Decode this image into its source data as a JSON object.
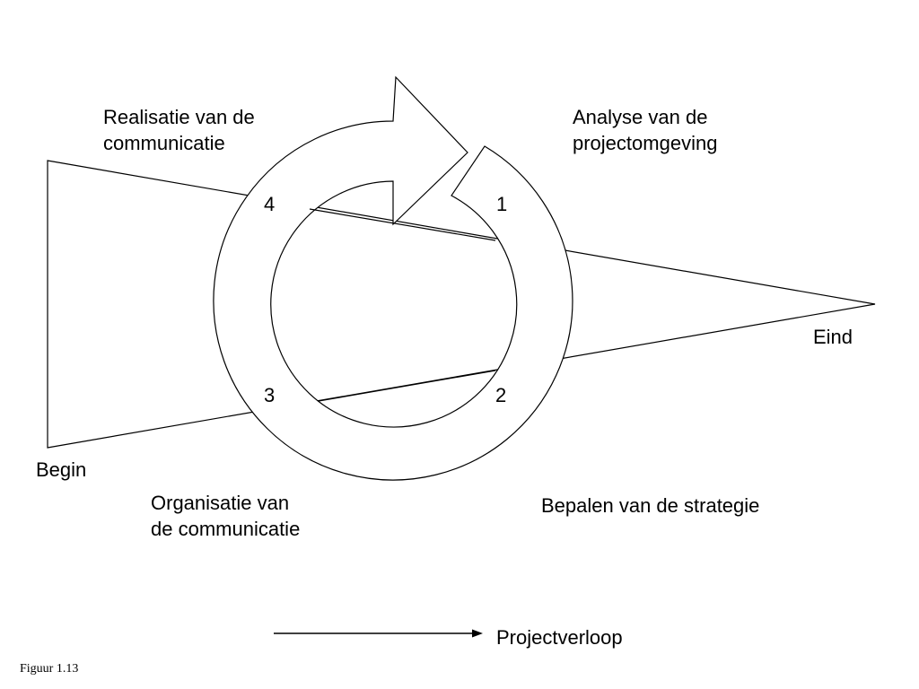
{
  "labels": {
    "phase4_line1": "Realisatie van de",
    "phase4_line2": "communicatie",
    "phase1_line1": "Analyse van de",
    "phase1_line2": "projectomgeving",
    "phase3_line1": "Organisatie van",
    "phase3_line2": "de communicatie",
    "phase2": "Bepalen van de strategie",
    "begin": "Begin",
    "end": "Eind",
    "legend": "Projectverloop",
    "figure_caption": "Figuur 1.13"
  },
  "numbers": {
    "one": "1",
    "two": "2",
    "three": "3",
    "four": "4"
  },
  "colors": {
    "stroke": "#000000",
    "fill": "#ffffff"
  }
}
